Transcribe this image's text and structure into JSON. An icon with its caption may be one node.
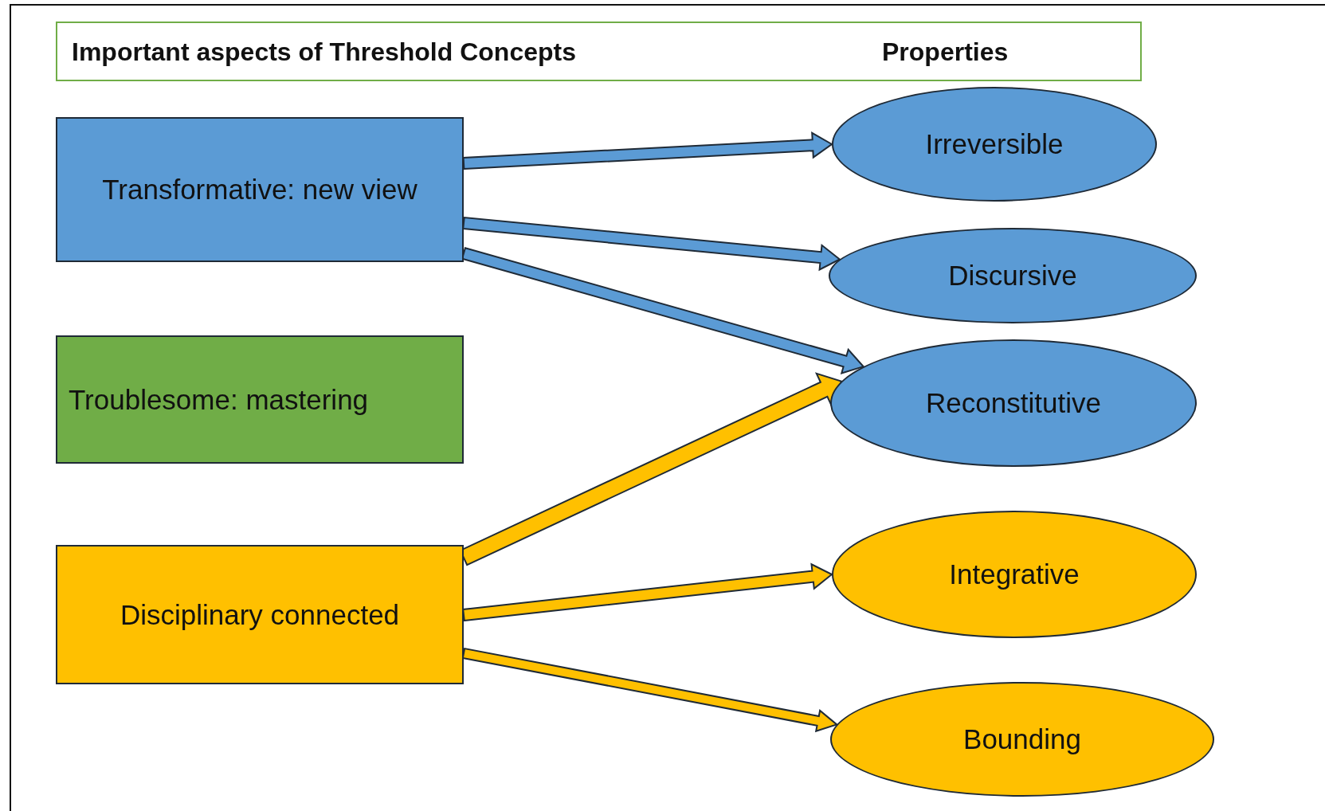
{
  "diagram": {
    "nodes": [
      {
        "text": [
          "Important aspects of Threshold Concepts",
          "Properties"
        ]
      },
      {
        "text": [
          "Transformative: new view"
        ]
      },
      {
        "text": [
          "Troublesome: mastering"
        ]
      },
      {
        "text": [
          "Disciplinary connected"
        ]
      },
      {
        "text": [
          "Irreversible"
        ]
      },
      {
        "text": [
          "Discursive"
        ]
      },
      {
        "text": [
          "Reconstitutive"
        ]
      },
      {
        "text": [
          "Integrative"
        ]
      },
      {
        "text": [
          "Bounding"
        ]
      }
    ],
    "edges": [
      {
        "from": 1,
        "to": 4,
        "arrow": "to",
        "color": "#5b9bd5"
      },
      {
        "from": 1,
        "to": 5,
        "arrow": "to",
        "color": "#5b9bd5"
      },
      {
        "from": 1,
        "to": 6,
        "arrow": "to",
        "color": "#5b9bd5"
      },
      {
        "from": 3,
        "to": 6,
        "arrow": "to",
        "color": "#ffc000"
      },
      {
        "from": 3,
        "to": 7,
        "arrow": "to",
        "color": "#ffc000"
      },
      {
        "from": 3,
        "to": 8,
        "arrow": "to",
        "color": "#ffc000"
      }
    ]
  }
}
